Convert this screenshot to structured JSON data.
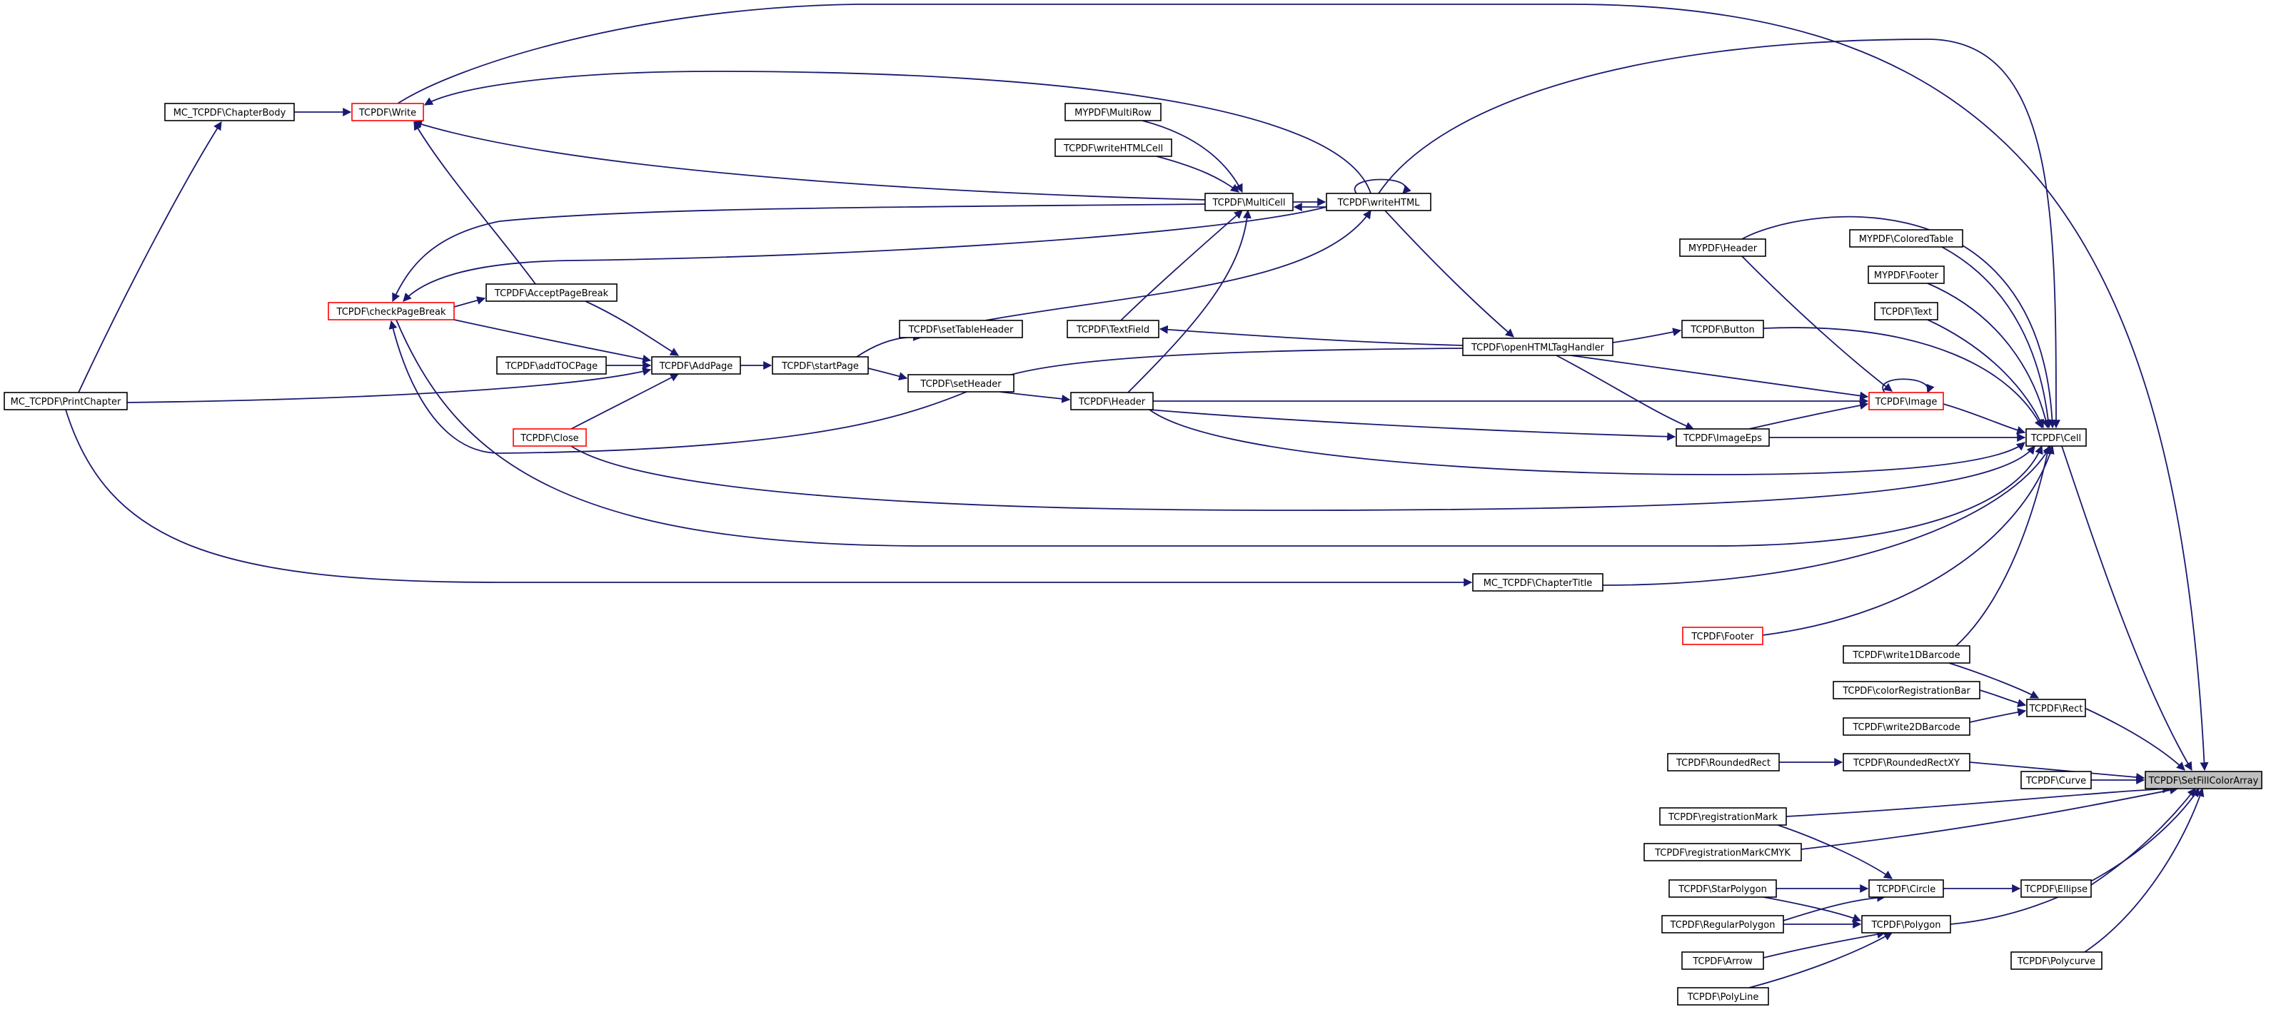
{
  "diagram": {
    "type": "call-graph",
    "direction": "right-to-left",
    "colors": {
      "edge": "#191970",
      "node_border": "#000000",
      "truncated_node_border": "#ff0000",
      "focus_node_fill": "#bfbfbf",
      "background": "#ffffff"
    }
  },
  "nodes": {
    "setfillcolorarray": "TCPDF\\SetFillColorArray",
    "cell": "TCPDF\\Cell",
    "rect": "TCPDF\\Rect",
    "roundedrectxy": "TCPDF\\RoundedRectXY",
    "curve": "TCPDF\\Curve",
    "ellipse": "TCPDF\\Ellipse",
    "polycurve": "TCPDF\\Polycurve",
    "registrationmark": "TCPDF\\registrationMark",
    "registrationmarkcmyk": "TCPDF\\registrationMarkCMYK",
    "circle": "TCPDF\\Circle",
    "polygon": "TCPDF\\Polygon",
    "starpolygon": "TCPDF\\StarPolygon",
    "regularpolygon": "TCPDF\\RegularPolygon",
    "arrow": "TCPDF\\Arrow",
    "polyline": "TCPDF\\PolyLine",
    "roundedrect": "TCPDF\\RoundedRect",
    "write1dbarcode": "TCPDF\\write1DBarcode",
    "colorregistrationbar": "TCPDF\\colorRegistrationBar",
    "write2dbarcode": "TCPDF\\write2DBarcode",
    "footer_red": "TCPDF\\Footer",
    "mcchaptertitle": "MC_TCPDF\\ChapterTitle",
    "imageeps": "TCPDF\\ImageEps",
    "image": "TCPDF\\Image",
    "button": "TCPDF\\Button",
    "myheader": "MYPDF\\Header",
    "mycoloredtable": "MYPDF\\ColoredTable",
    "myfooter": "MYPDF\\Footer",
    "text": "TCPDF\\Text",
    "openhtmltaghandler": "TCPDF\\openHTMLTagHandler",
    "writehtml": "TCPDF\\writeHTML",
    "multicell": "TCPDF\\MultiCell",
    "mymultirow": "MYPDF\\MultiRow",
    "writehtmlcell": "TCPDF\\writeHTMLCell",
    "textfield": "TCPDF\\TextField",
    "header": "TCPDF\\Header",
    "setheader": "TCPDF\\setHeader",
    "settableheader": "TCPDF\\setTableHeader",
    "startpage": "TCPDF\\startPage",
    "addpage": "TCPDF\\AddPage",
    "addtocpage": "TCPDF\\addTOCPage",
    "acceptpagebreak": "TCPDF\\AcceptPageBreak",
    "checkpagebreak": "TCPDF\\checkPageBreak",
    "close": "TCPDF\\Close",
    "write": "TCPDF\\Write",
    "mcchapterbody": "MC_TCPDF\\ChapterBody",
    "mcprintchapter": "MC_TCPDF\\PrintChapter"
  },
  "truncated": [
    "footer_red",
    "image",
    "checkpagebreak",
    "close",
    "write"
  ],
  "focus": "setfillcolorarray",
  "edges": [
    [
      "cell",
      "setfillcolorarray"
    ],
    [
      "rect",
      "setfillcolorarray"
    ],
    [
      "roundedrectxy",
      "setfillcolorarray"
    ],
    [
      "curve",
      "setfillcolorarray"
    ],
    [
      "ellipse",
      "setfillcolorarray"
    ],
    [
      "polycurve",
      "setfillcolorarray"
    ],
    [
      "registrationmark",
      "setfillcolorarray"
    ],
    [
      "registrationmarkcmyk",
      "setfillcolorarray"
    ],
    [
      "polygon",
      "setfillcolorarray"
    ],
    [
      "write",
      "setfillcolorarray"
    ],
    [
      "circle",
      "ellipse"
    ],
    [
      "registrationmark",
      "circle"
    ],
    [
      "starpolygon",
      "circle"
    ],
    [
      "regularpolygon",
      "circle"
    ],
    [
      "starpolygon",
      "polygon"
    ],
    [
      "regularpolygon",
      "polygon"
    ],
    [
      "arrow",
      "polygon"
    ],
    [
      "polyline",
      "polygon"
    ],
    [
      "roundedrect",
      "roundedrectxy"
    ],
    [
      "write1dbarcode",
      "rect"
    ],
    [
      "colorregistrationbar",
      "rect"
    ],
    [
      "write2dbarcode",
      "rect"
    ],
    [
      "write1dbarcode",
      "cell"
    ],
    [
      "footer_red",
      "cell"
    ],
    [
      "mcchaptertitle",
      "cell"
    ],
    [
      "imageeps",
      "cell"
    ],
    [
      "image",
      "cell"
    ],
    [
      "button",
      "cell"
    ],
    [
      "myheader",
      "cell"
    ],
    [
      "mycoloredtable",
      "cell"
    ],
    [
      "myfooter",
      "cell"
    ],
    [
      "text",
      "cell"
    ],
    [
      "writehtml",
      "cell"
    ],
    [
      "header",
      "cell"
    ],
    [
      "close",
      "cell"
    ],
    [
      "checkpagebreak",
      "cell"
    ],
    [
      "mcprintchapter",
      "mcchaptertitle"
    ],
    [
      "imageeps",
      "image"
    ],
    [
      "image",
      "image"
    ],
    [
      "myheader",
      "image"
    ],
    [
      "header",
      "image"
    ],
    [
      "openhtmltaghandler",
      "image"
    ],
    [
      "openhtmltaghandler",
      "imageeps"
    ],
    [
      "header",
      "imageeps"
    ],
    [
      "openhtmltaghandler",
      "button"
    ],
    [
      "openhtmltaghandler",
      "textfield"
    ],
    [
      "writehtml",
      "openhtmltaghandler"
    ],
    [
      "openhtmltaghandler",
      "checkpagebreak"
    ],
    [
      "writehtml",
      "writehtml"
    ],
    [
      "multicell",
      "writehtml"
    ],
    [
      "writehtml",
      "multicell"
    ],
    [
      "mymultirow",
      "multicell"
    ],
    [
      "writehtmlcell",
      "multicell"
    ],
    [
      "textfield",
      "multicell"
    ],
    [
      "header",
      "multicell"
    ],
    [
      "settableheader",
      "writehtml"
    ],
    [
      "multicell",
      "checkpagebreak"
    ],
    [
      "writehtml",
      "checkpagebreak"
    ],
    [
      "multicell",
      "write"
    ],
    [
      "writehtml",
      "write"
    ],
    [
      "setheader",
      "header"
    ],
    [
      "startpage",
      "setheader"
    ],
    [
      "startpage",
      "settableheader"
    ],
    [
      "addpage",
      "startpage"
    ],
    [
      "acceptpagebreak",
      "addpage"
    ],
    [
      "checkpagebreak",
      "addpage"
    ],
    [
      "addtocpage",
      "addpage"
    ],
    [
      "close",
      "addpage"
    ],
    [
      "mcprintchapter",
      "addpage"
    ],
    [
      "checkpagebreak",
      "acceptpagebreak"
    ],
    [
      "acceptpagebreak",
      "write"
    ],
    [
      "mcchapterbody",
      "write"
    ],
    [
      "mcprintchapter",
      "mcchapterbody"
    ]
  ]
}
